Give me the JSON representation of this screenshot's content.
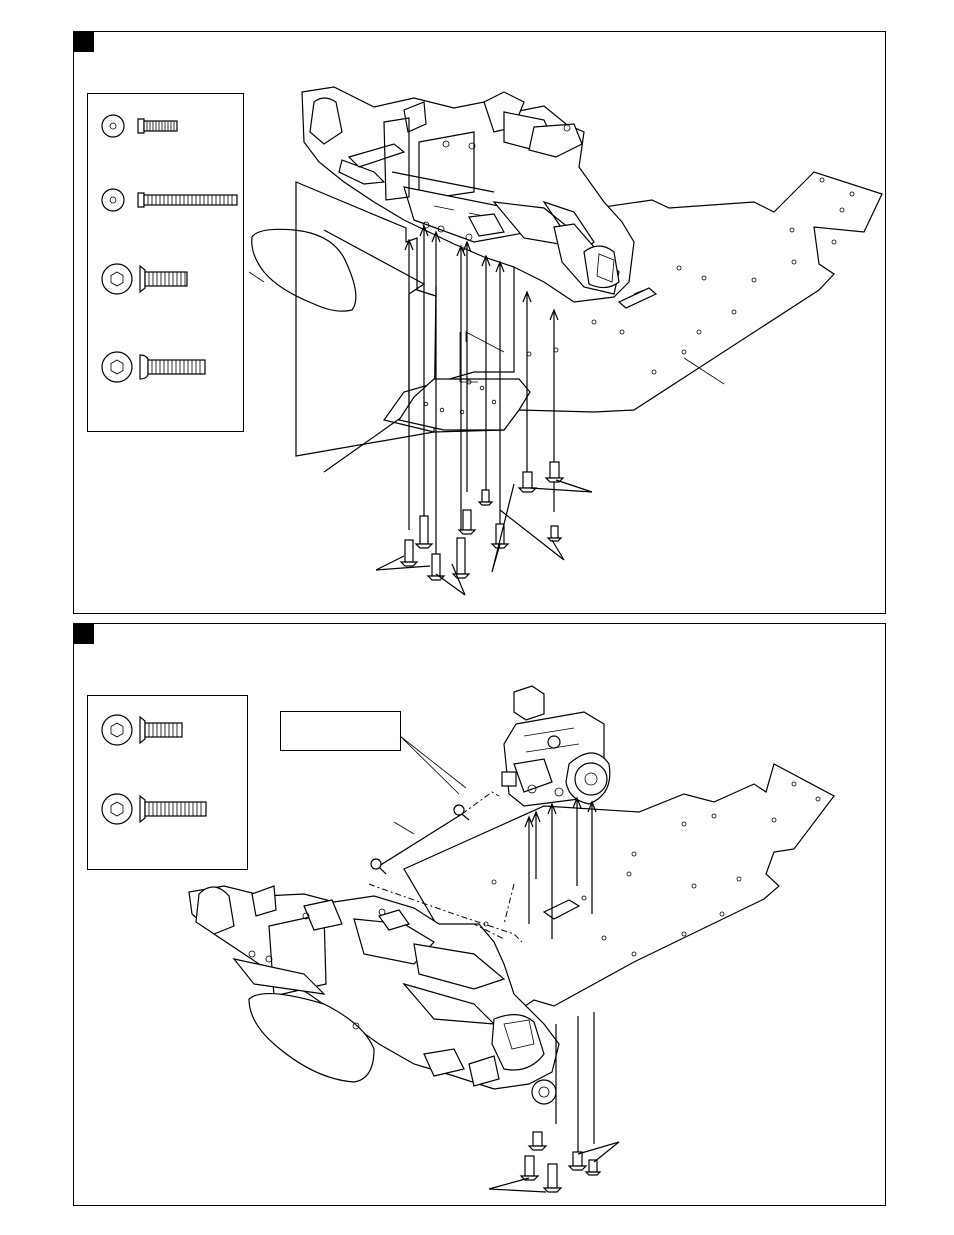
{
  "page": {
    "steps": [
      {
        "id": "step-1",
        "parts": [
          {
            "icon": "washer-icon",
            "screw": "short-flat-head-screw"
          },
          {
            "icon": "washer-icon",
            "screw": "long-flat-head-screw"
          },
          {
            "icon": "hex-socket-icon",
            "screw": "flat-head-socket-screw"
          },
          {
            "icon": "hex-socket-icon",
            "screw": "button-head-socket-screw"
          }
        ]
      },
      {
        "id": "step-2",
        "parts": [
          {
            "icon": "hex-socket-icon",
            "screw": "flat-head-socket-screw"
          },
          {
            "icon": "hex-socket-icon",
            "screw": "long-flat-head-socket-screw"
          }
        ],
        "callout": ""
      }
    ]
  }
}
